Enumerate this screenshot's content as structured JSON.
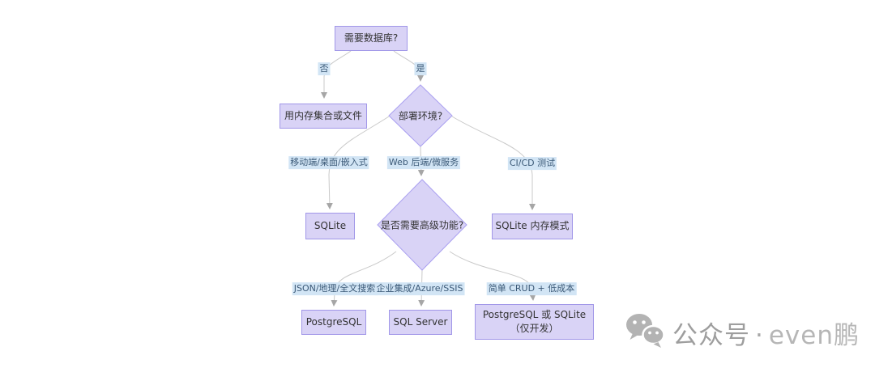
{
  "diagram": {
    "title_hint": "database selection flowchart",
    "nodes": {
      "need_db": {
        "label": "需要数据库?",
        "shape": "rect"
      },
      "memory_collection": {
        "label": "用内存集合或文件",
        "shape": "rect"
      },
      "deploy_env": {
        "label": "部署环境?",
        "shape": "diamond"
      },
      "sqlite": {
        "label": "SQLite",
        "shape": "rect"
      },
      "advanced_features": {
        "label": "是否需要高级功能?",
        "shape": "diamond"
      },
      "sqlite_memory": {
        "label": "SQLite 内存模式",
        "shape": "rect"
      },
      "postgresql": {
        "label": "PostgreSQL",
        "shape": "rect"
      },
      "sql_server": {
        "label": "SQL Server",
        "shape": "rect"
      },
      "pg_or_sqlite_dev": {
        "label": "PostgreSQL 或 SQLite（仅开发）",
        "shape": "rect"
      }
    },
    "edges": [
      {
        "from": "need_db",
        "label": "否",
        "to": "memory_collection"
      },
      {
        "from": "need_db",
        "label": "是",
        "to": "deploy_env"
      },
      {
        "from": "deploy_env",
        "label": "移动端/桌面/嵌入式",
        "to": "sqlite"
      },
      {
        "from": "deploy_env",
        "label": "Web 后端/微服务",
        "to": "advanced_features"
      },
      {
        "from": "deploy_env",
        "label": "CI/CD 测试",
        "to": "sqlite_memory"
      },
      {
        "from": "advanced_features",
        "label": "JSON/地理/全文搜索",
        "to": "postgresql"
      },
      {
        "from": "advanced_features",
        "label": "企业集成/Azure/SSIS",
        "to": "sql_server"
      },
      {
        "from": "advanced_features",
        "label": "简单 CRUD + 低成本",
        "to": "pg_or_sqlite_dev"
      }
    ],
    "colors": {
      "node_fill": "#d9d3f6",
      "node_border": "#a197e8",
      "node_text": "#333333",
      "edge_line": "#c9c9c9",
      "arrowhead": "#a6a6a6",
      "edge_label_bg": "#d2e5f5",
      "edge_label_text": "#3c5a78",
      "background": "#ffffff"
    }
  },
  "watermark": {
    "icon": "wechat-icon",
    "prefix": "公众号",
    "separator": "·",
    "suffix": "even鹏",
    "color": "#9e9e9e"
  }
}
